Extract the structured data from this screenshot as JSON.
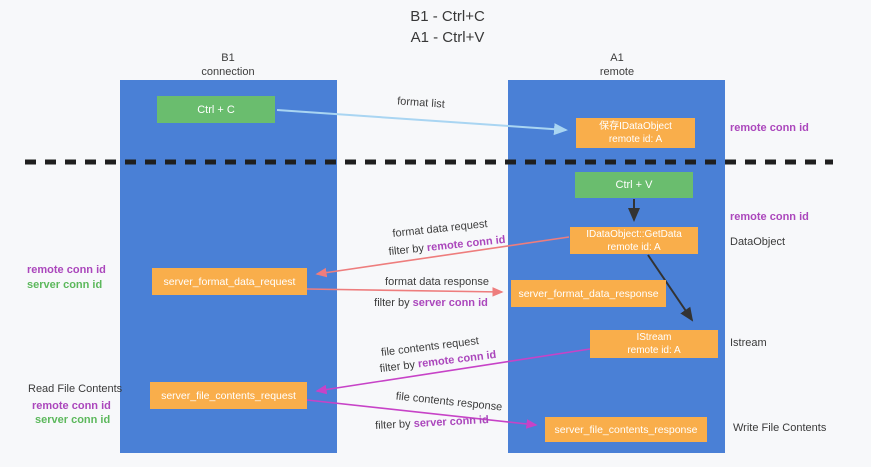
{
  "title": {
    "line1": "B1 - Ctrl+C",
    "line2": "A1 - Ctrl+V"
  },
  "lanes": {
    "left": {
      "name": "B1",
      "subtitle": "connection"
    },
    "right": {
      "name": "A1",
      "subtitle": "remote"
    }
  },
  "nodes": {
    "ctrl_c": {
      "label": "Ctrl + C"
    },
    "ctrl_v": {
      "label": "Ctrl + V"
    },
    "saved_dataobject": {
      "line1": "保存IDataObject",
      "line2": "remote id: A"
    },
    "getdata": {
      "line1": "IDataObject::GetData",
      "line2": "remote id: A"
    },
    "istream": {
      "line1": "IStream",
      "line2": "remote id: A"
    },
    "server_format_data_request": {
      "label": "server_format_data_request"
    },
    "server_format_data_response": {
      "label": "server_format_data_response"
    },
    "server_file_contents_request": {
      "label": "server_file_contents_request"
    },
    "server_file_contents_response": {
      "label": "server_file_contents_response"
    }
  },
  "edges": {
    "format_list": {
      "label": "format list"
    },
    "format_data_request": {
      "label": "format data request",
      "filter_prefix": "filter by ",
      "filter_key": "remote conn id"
    },
    "format_data_response": {
      "label": "format data response",
      "filter_prefix": "filter by ",
      "filter_key": "server conn id"
    },
    "file_contents_request": {
      "label": "file contents request",
      "filter_prefix": "filter by ",
      "filter_key": "remote conn id"
    },
    "file_contents_response": {
      "label": "file contents response",
      "filter_prefix": "filter by ",
      "filter_key": "server conn id"
    }
  },
  "side_labels": {
    "right_remote_conn_top": "remote conn id",
    "right_remote_conn_mid": "remote conn id",
    "right_dataobject": "DataObject",
    "right_istream": "Istream",
    "right_write_file_contents": "Write File Contents",
    "left_remote_conn_mid": "remote conn id",
    "left_server_conn_mid": "server conn id",
    "left_read_file_contents": "Read File Contents",
    "left_remote_conn_bottom": "remote conn id",
    "left_server_conn_bottom": "server conn id"
  },
  "colors": {
    "background": "#f7f8fa",
    "lane_blue": "#4a80d6",
    "node_green": "#6abd6e",
    "node_orange": "#f9ae4b",
    "remote_conn_purple": "#ab47bc",
    "server_conn_green": "#5cb85c",
    "arrow_red": "#ee7d7d",
    "arrow_magenta": "#c743c7",
    "arrow_light_blue": "#a9d5f2",
    "arrow_black": "#333333",
    "dashed_separator": "#1f1f1f"
  }
}
